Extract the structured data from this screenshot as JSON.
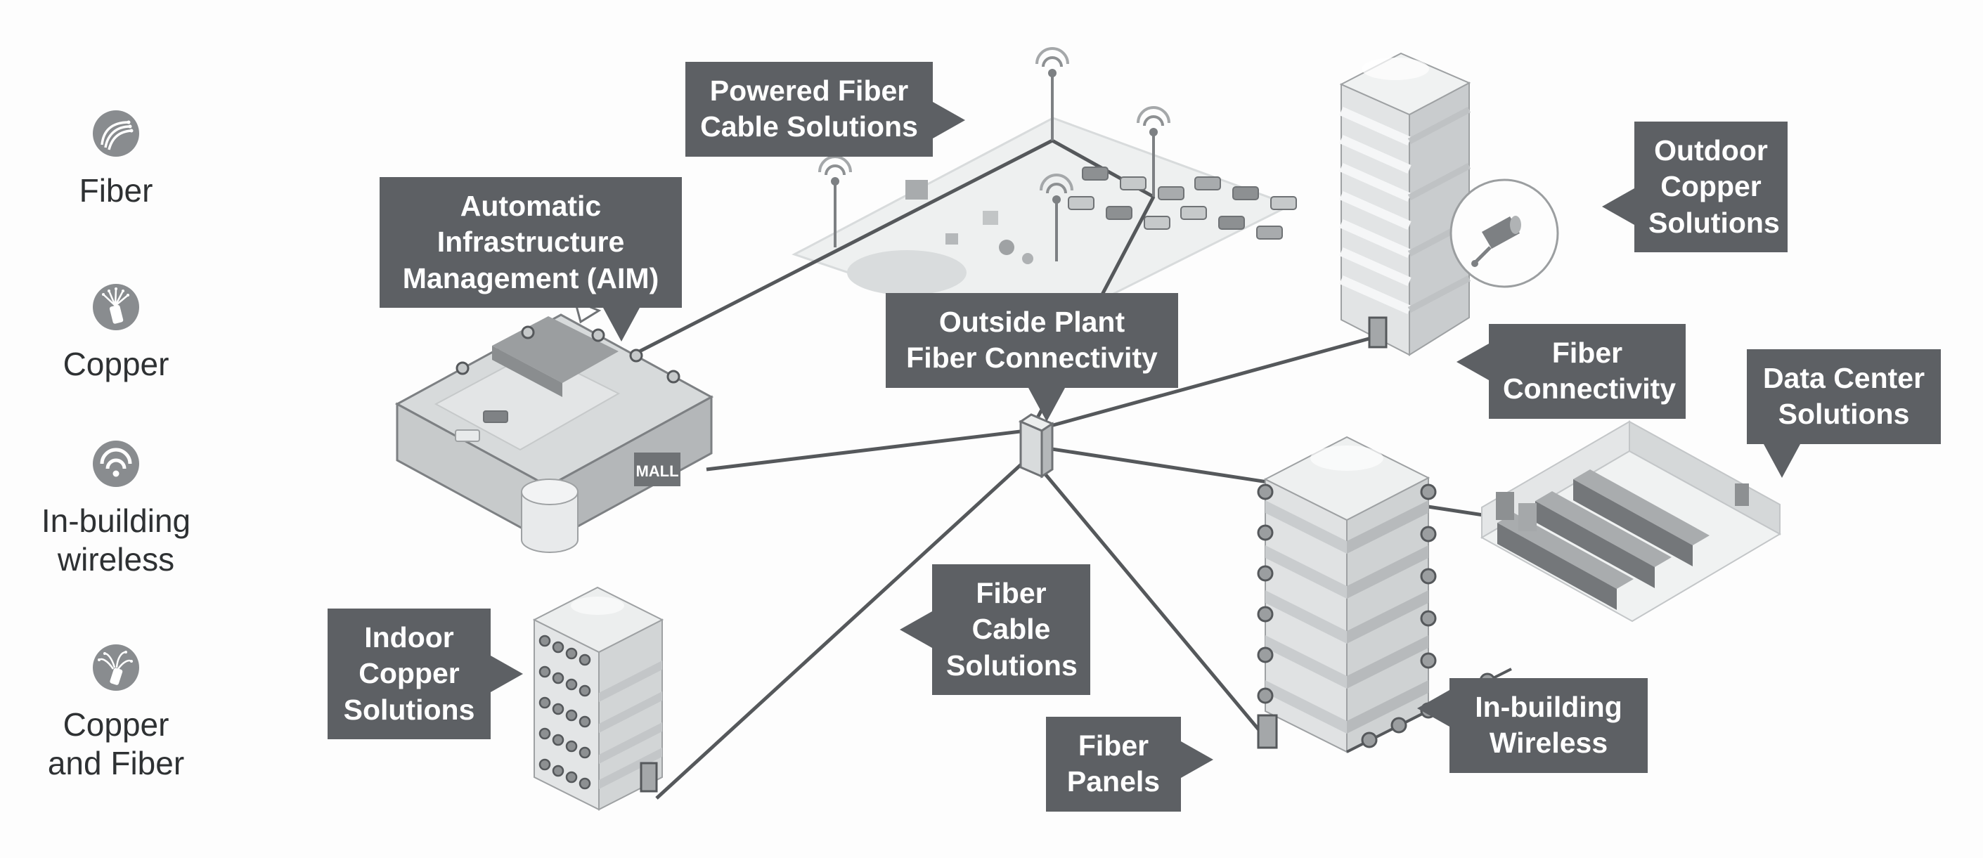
{
  "title": "Network infrastructure solutions diagram",
  "colors": {
    "callout_bg": "#5d6064",
    "callout_text": "#ffffff",
    "connection_line": "#55585b",
    "background": "#fdfdfd",
    "legend_icon_bg": "#898c8f"
  },
  "legend": {
    "items": [
      {
        "id": "fiber",
        "icon": "fiber-icon",
        "label": "Fiber"
      },
      {
        "id": "copper",
        "icon": "copper-icon",
        "label": "Copper"
      },
      {
        "id": "in-building-wireless",
        "icon": "in-building-wireless-icon",
        "label": "In-building\nwireless"
      },
      {
        "id": "copper-and-fiber",
        "icon": "copper-and-fiber-icon",
        "label": "Copper\nand Fiber"
      }
    ]
  },
  "callouts": {
    "powered_fiber": "Powered Fiber\nCable Solutions",
    "aim": "Automatic\nInfrastructure\nManagement (AIM)",
    "outside_plant": "Outside Plant\nFiber Connectivity",
    "outdoor_copper": "Outdoor\nCopper\nSolutions",
    "fiber_connectivity": "Fiber\nConnectivity",
    "data_center": "Data Center\nSolutions",
    "indoor_copper": "Indoor\nCopper\nSolutions",
    "fiber_cable": "Fiber\nCable\nSolutions",
    "fiber_panels": "Fiber\nPanels",
    "in_building_wireless": "In-building\nWireless"
  },
  "diagram": {
    "mall_sign": "MALL",
    "nodes": [
      "shopping-mall",
      "parking-lot-with-powered-lighting",
      "outside-plant-hub",
      "office-tower",
      "outdoor-copper-fixture",
      "data-center-room",
      "mid-rise-building",
      "indoor-copper-building"
    ]
  }
}
